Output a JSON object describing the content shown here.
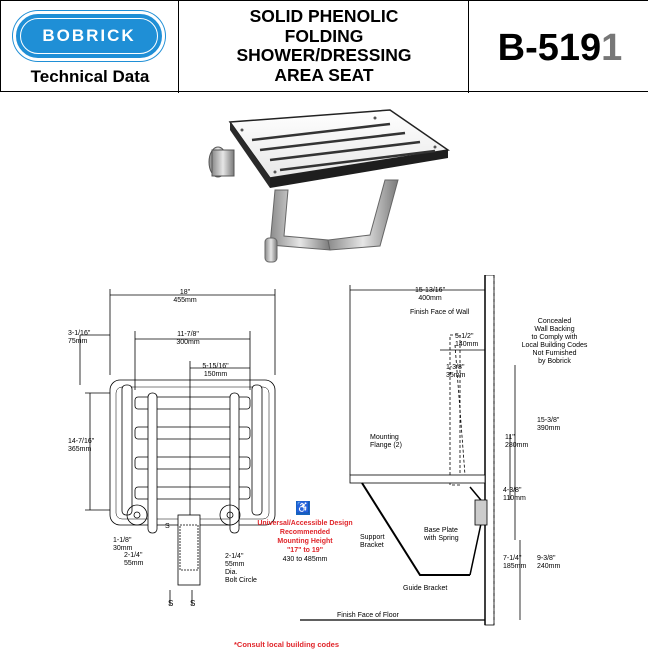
{
  "header": {
    "brand": "BOBRICK",
    "subtitle": "Technical Data",
    "title_lines": [
      "SOLID PHENOLIC",
      "FOLDING",
      "SHOWER/DRESSING",
      "AREA SEAT"
    ],
    "model_prefix": "B-519",
    "model_suffix": "1"
  },
  "front_view": {
    "dim_18": "18\"",
    "dim_18_mm": "455mm",
    "dim_3116": "3-1/16\"",
    "dim_3116_mm": "75mm",
    "dim_11_78": "11-7/8\"",
    "dim_11_78_mm": "300mm",
    "dim_5_1516": "5-15/16\"",
    "dim_5_1516_mm": "150mm",
    "dim_14_716": "14-7/16\"",
    "dim_14_716_mm": "365mm",
    "dim_1_18": "1-1/8\"",
    "dim_1_18_mm": "30mm",
    "dim_2_14_left": "2-1/4\"",
    "dim_2_14_left_mm": "55mm",
    "dim_2_14_right": "2-1/4\"",
    "dim_2_14_right_mm": "55mm",
    "dia": "Dia.",
    "bolt_circle": "Bolt Circle",
    "s": "S"
  },
  "side_view": {
    "dim_15_1316": "15-13/16\"",
    "dim_15_1316_mm": "400mm",
    "finish_wall": "Finish Face of Wall",
    "concealed": [
      "Concealed",
      "Wall Backing",
      "to Comply with",
      "Local Building Codes",
      "Not Furnished",
      "by Bobrick"
    ],
    "dim_5_12": "5-1/2\"",
    "dim_5_12_mm": "140mm",
    "dim_1_38": "1-3/8\"",
    "dim_1_38_mm": "35mm",
    "dim_15_38": "15-3/8\"",
    "dim_15_38_mm": "390mm",
    "dim_11": "11\"",
    "dim_11_mm": "280mm",
    "mounting_flange": [
      "Mounting",
      "Flange (2)"
    ],
    "dim_4_38": "4-3/8\"",
    "dim_4_38_mm": "110mm",
    "base_plate": [
      "Base Plate",
      "with Spring"
    ],
    "support_bracket": [
      "Support",
      "Bracket"
    ],
    "dim_7_14": "7-1/4\"",
    "dim_7_14_mm": "185mm",
    "dim_9_38": "9-3/8\"",
    "dim_9_38_mm": "240mm",
    "guide_bracket": "Guide Bracket",
    "finish_floor": "Finish Face of Floor"
  },
  "accessible": {
    "lines": [
      "Universal/Accessible Design",
      "Recommended",
      "Mounting Height",
      "\"17\" to 19\""
    ],
    "mm": "430 to 485mm"
  },
  "footnote": "*Consult local building codes",
  "colors": {
    "brand_blue": "#1f8fd6",
    "accent_red": "#e0262b",
    "access_blue": "#1565c0"
  }
}
